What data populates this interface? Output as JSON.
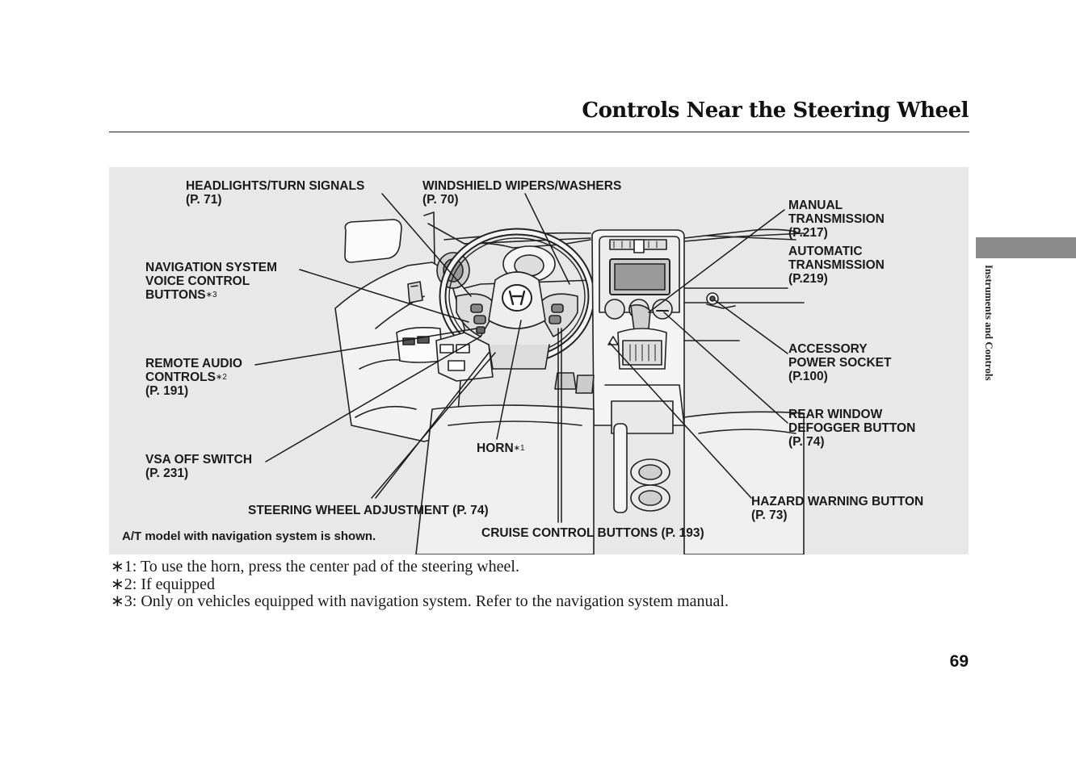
{
  "header": {
    "title": "Controls Near the Steering Wheel"
  },
  "side_tab": {
    "label": "Instruments and Controls"
  },
  "figure": {
    "callouts": {
      "headlights": {
        "line1": "HEADLIGHTS/TURN SIGNALS",
        "line2": "(P. 71)"
      },
      "wipers": {
        "line1": "WINDSHIELD WIPERS/WASHERS",
        "line2": "(P. 70)"
      },
      "manual_trans": {
        "line1": "MANUAL",
        "line2": "TRANSMISSION",
        "line3": "(P.217)"
      },
      "auto_trans": {
        "line1": "AUTOMATIC",
        "line2": "TRANSMISSION",
        "line3": "(P.219)"
      },
      "nav_voice": {
        "line1": "NAVIGATION SYSTEM",
        "line2": "VOICE CONTROL",
        "line3": "BUTTONS",
        "mark": "∗3"
      },
      "remote_audio": {
        "line1": "REMOTE AUDIO",
        "line2": "CONTROLS",
        "mark": "∗2",
        "line3": "(P. 191)"
      },
      "accessory": {
        "line1": "ACCESSORY",
        "line2": "POWER SOCKET",
        "line3": "(P.100)"
      },
      "rear_defogger": {
        "line1": "REAR WINDOW",
        "line2": "DEFOGGER BUTTON",
        "line3": "(P. 74)"
      },
      "vsa": {
        "line1": "VSA OFF SWITCH",
        "line2": "(P. 231)"
      },
      "horn": {
        "line1": "HORN",
        "mark": "∗1"
      },
      "steering_adj": {
        "line1": "STEERING WHEEL ADJUSTMENT (P. 74)"
      },
      "hazard": {
        "line1": "HAZARD WARNING BUTTON",
        "line2": "(P. 73)"
      },
      "cruise": {
        "line1": "CRUISE CONTROL BUTTONS (P. 193)"
      }
    },
    "caption": "A/T model with navigation system is shown."
  },
  "footnotes": [
    "∗1: To use the horn, press the center pad of the steering wheel.",
    "∗2: If equipped",
    "∗3: Only on vehicles equipped with navigation system. Refer to the navigation system manual."
  ],
  "page_number": "69",
  "colors": {
    "figure_background": "#e8e8e8",
    "side_tab": "#8a8a8a",
    "text": "#1a1a1a"
  }
}
